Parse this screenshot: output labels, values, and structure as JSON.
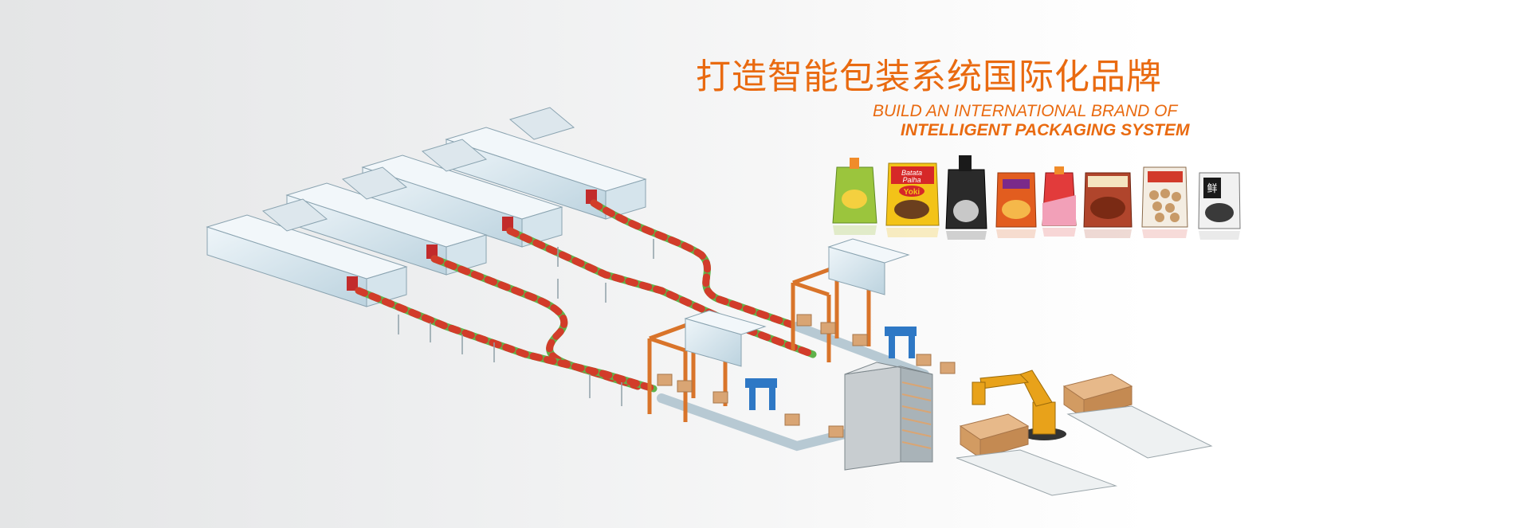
{
  "banner": {
    "title_cn": "打造智能包装系统国际化品牌",
    "title_en_line1": "BUILD AN INTERNATIONAL BRAND OF",
    "title_en_line2": "INTELLIGENT PACKAGING SYSTEM"
  },
  "products": [
    {
      "name": "spout-pouch-juice",
      "label": "",
      "color": "#9bc53d"
    },
    {
      "name": "batata-palha-bag",
      "label": "Batata Palha Yoki",
      "color": "#f3c318"
    },
    {
      "name": "spout-pouch-black",
      "label": "",
      "color": "#2a2a2a"
    },
    {
      "name": "snack-bag-orange",
      "label": "",
      "color": "#e25d1f"
    },
    {
      "name": "jelly-pouch",
      "label": "",
      "color": "#e23b3b"
    },
    {
      "name": "meat-bag",
      "label": "",
      "color": "#b0452c"
    },
    {
      "name": "meatball-bag",
      "label": "",
      "color": "#d23a2a"
    },
    {
      "name": "fresh-pack",
      "label": "鲜",
      "color": "#f1f1f1"
    }
  ],
  "colors": {
    "accent": "#e96a10",
    "frame": "#d9742a",
    "robot": "#e8a21a",
    "machine": "#cfe2ec",
    "conveyor_green": "#5fb24a",
    "conveyor_red": "#d23c2a",
    "box": "#d9a574"
  }
}
